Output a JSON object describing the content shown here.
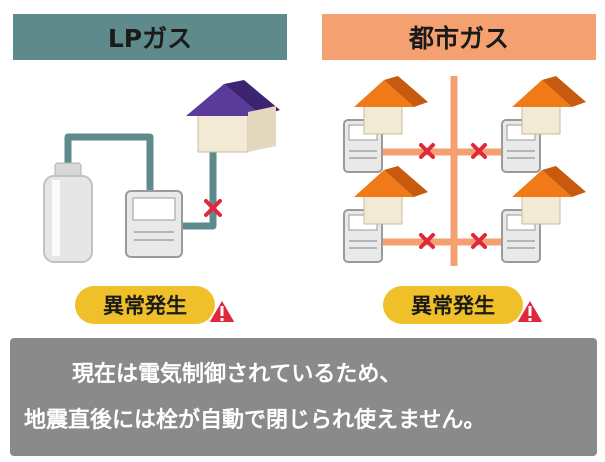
{
  "lp_panel": {
    "title": "LPガス",
    "status": "異常発生"
  },
  "city_panel": {
    "title": "都市ガス",
    "status": "異常発生"
  },
  "notice": {
    "line1": "現在は電気制御されているため、",
    "line2": "地震直後には栓が自動で閉じられ使えません。"
  },
  "colors": {
    "lp_header": "#5f8a8c",
    "city_header": "#f4a070",
    "lp_pipe": "#5f8a8c",
    "city_pipe": "#f4a070",
    "badge": "#f0c02a",
    "cross": "#e0283c",
    "notice_bg": "#8a8a8a",
    "lp_roof": "#4a2a8a",
    "city_roof": "#f07a18"
  },
  "icons": [
    "gas-cylinder-icon",
    "gas-meter-icon",
    "house-icon",
    "cross-mark-icon",
    "warning-icon"
  ]
}
